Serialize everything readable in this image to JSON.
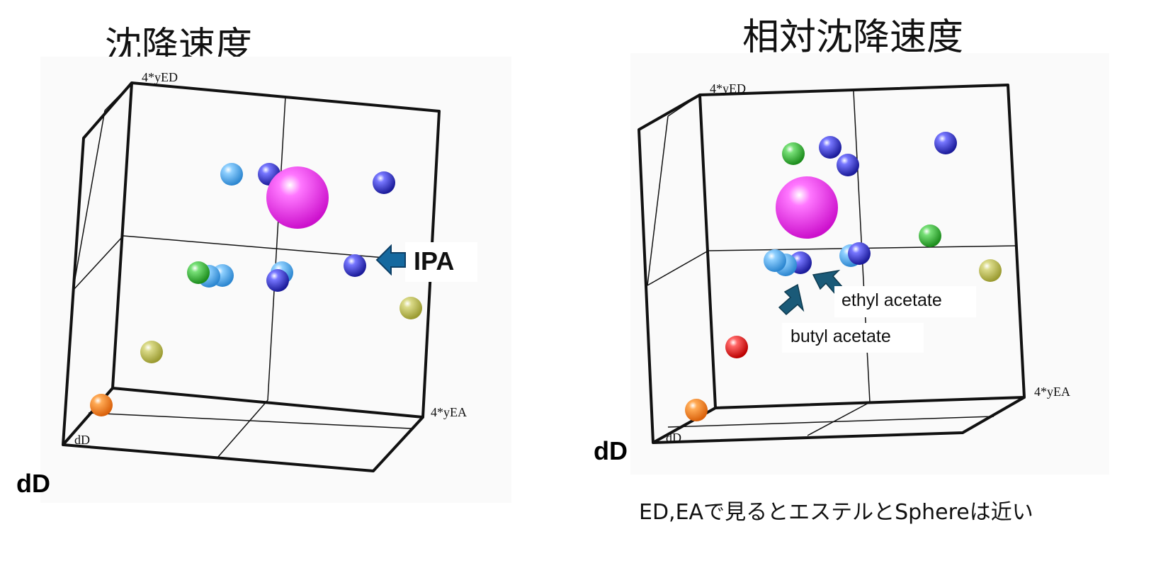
{
  "titles": {
    "left": "沈降速度",
    "right": "相対沈降速度"
  },
  "chart_data": [
    {
      "type": "scatter",
      "title": "沈降速度",
      "axes": {
        "vertical": "4*yED",
        "horizontal": "4*yEA",
        "depth": "dD"
      },
      "points": [
        {
          "color": "#5fb6f0",
          "size": "small"
        },
        {
          "color": "#3333dd",
          "size": "small"
        },
        {
          "color": "#ee44ee",
          "size": "large",
          "name": "Sphere"
        },
        {
          "color": "#3333dd",
          "size": "small"
        },
        {
          "color": "#3333dd",
          "size": "small",
          "name": "IPA"
        },
        {
          "color": "#44cc44",
          "size": "small"
        },
        {
          "color": "#5fb6f0",
          "size": "small"
        },
        {
          "color": "#5fb6f0",
          "size": "small"
        },
        {
          "color": "#5fb6f0",
          "size": "small"
        },
        {
          "color": "#3333dd",
          "size": "small"
        },
        {
          "color": "#c8c85a",
          "size": "small"
        },
        {
          "color": "#c8c85a",
          "size": "small"
        },
        {
          "color": "#ff8a1a",
          "size": "small"
        }
      ],
      "annotations": [
        "IPA"
      ],
      "corner_label": "dD"
    },
    {
      "type": "scatter",
      "title": "相対沈降速度",
      "axes": {
        "vertical": "4*yED",
        "horizontal": "4*yEA",
        "depth": "dD"
      },
      "points": [
        {
          "color": "#44cc44",
          "size": "small"
        },
        {
          "color": "#3333dd",
          "size": "small"
        },
        {
          "color": "#3333dd",
          "size": "small"
        },
        {
          "color": "#3333dd",
          "size": "small"
        },
        {
          "color": "#ee44ee",
          "size": "large",
          "name": "Sphere"
        },
        {
          "color": "#44cc44",
          "size": "small"
        },
        {
          "color": "#5fb6f0",
          "size": "small"
        },
        {
          "color": "#3333dd",
          "size": "small"
        },
        {
          "color": "#5fb6f0",
          "size": "small",
          "name": "butyl acetate"
        },
        {
          "color": "#5fb6f0",
          "size": "small",
          "name": "ethyl acetate"
        },
        {
          "color": "#3333dd",
          "size": "small"
        },
        {
          "color": "#c8c85a",
          "size": "small"
        },
        {
          "color": "#ee2222",
          "size": "small"
        },
        {
          "color": "#ff8a1a",
          "size": "small"
        }
      ],
      "annotations": [
        "ethyl acetate",
        "butyl acetate"
      ],
      "corner_label": "dD"
    }
  ],
  "left_plot": {
    "axis_top": "4*yED",
    "axis_right": "4*yEA",
    "axis_corner": "dD",
    "outer_label": "dD",
    "callout_ipa": "IPA"
  },
  "right_plot": {
    "axis_top": "4*yED",
    "axis_right": "4*yEA",
    "axis_corner": "dD",
    "outer_label": "dD",
    "callout_ethyl": "ethyl acetate",
    "callout_butyl": "butyl acetate"
  },
  "caption": "ED,EAで見るとエステルとSphereは近い",
  "colors": {
    "arrow": "#15699f",
    "arrow_dark": "#1a5a78",
    "panel_bg": "#fafafa",
    "frame": "#111111"
  }
}
